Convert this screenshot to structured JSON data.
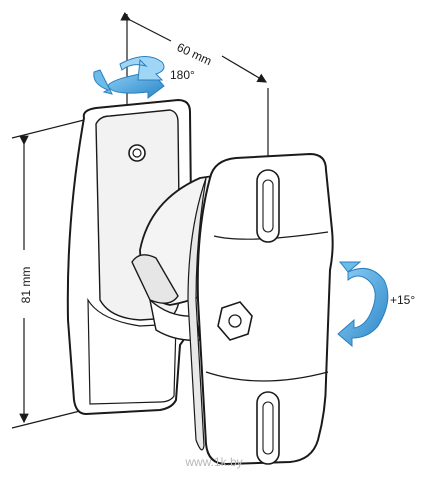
{
  "dimensions": {
    "width_label": "60 mm",
    "height_label": "81 mm"
  },
  "rotations": {
    "pan_label": "180°",
    "tilt_label": "+15°"
  },
  "watermark": "www.1k.by",
  "colors": {
    "arrow_blue": "#4aa8e0",
    "arrow_blue_dark": "#2a7fc0",
    "outline": "#1a1a1a",
    "plate_fill": "#ffffff",
    "shadow_fill": "#e6e6e6"
  }
}
